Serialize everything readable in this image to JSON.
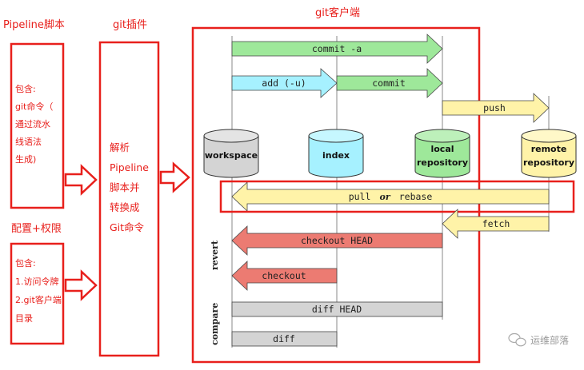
{
  "left_panel": {
    "pipeline_title": "Pipeline脚本",
    "pipeline_box_lines": [
      "包含:",
      "git命令（",
      "通过流水",
      "线语法",
      "生成)"
    ],
    "config_title": "配置+权限",
    "config_box_lines": [
      "包含:",
      "1.访问令牌",
      "2.git客户端",
      "目录"
    ]
  },
  "plugin": {
    "title": "git插件",
    "box_lines": [
      "解析",
      "Pipeline",
      "脚本并",
      "转换成",
      "Git命令"
    ]
  },
  "client": {
    "title": "git客户端"
  },
  "stores": {
    "workspace": "workspace",
    "index": "index",
    "local_1": "local",
    "local_2": "repository",
    "remote_1": "remote",
    "remote_2": "repository"
  },
  "arrows": {
    "commit_a": "commit -a",
    "add_u": "add (-u)",
    "commit": "commit",
    "push": "push",
    "pull_pre": "pull",
    "pull_or": "or",
    "pull_post": "rebase",
    "fetch": "fetch",
    "checkout_head": "checkout HEAD",
    "checkout": "checkout",
    "diff_head": "diff HEAD",
    "diff": "diff"
  },
  "side_labels": {
    "revert": "revert",
    "compare": "compare"
  },
  "watermark": "运维部落",
  "colors": {
    "red": "#e8201c",
    "green": "#9ee89a",
    "cyan": "#a6f1ff",
    "yellow": "#fff3a8",
    "salmon": "#ec7b72",
    "gray": "#d4d4d4"
  }
}
